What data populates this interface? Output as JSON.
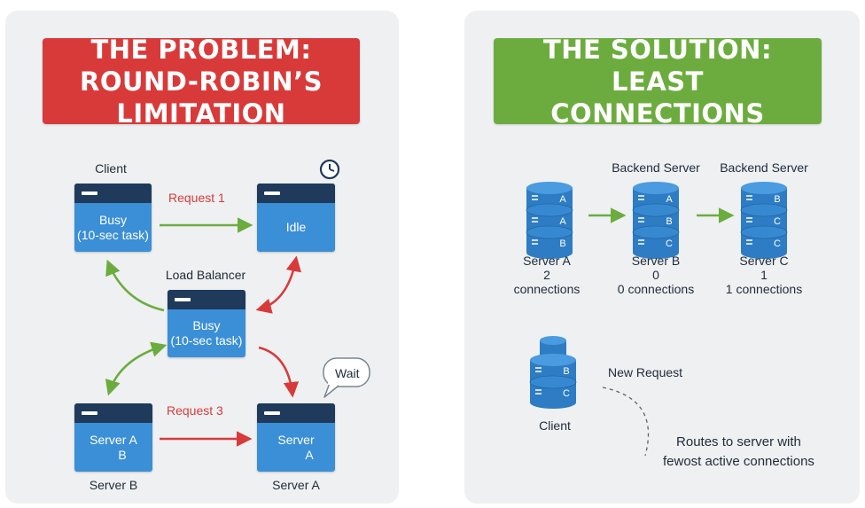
{
  "left": {
    "title": "THE PROBLEM: ROUND-ROBIN’S LIMITATION",
    "client_label": "Client",
    "client_box": {
      "line1": "Busy",
      "line2": "(10-sec task)"
    },
    "request1_label": "Request 1",
    "idle_box": {
      "line1": "Idle"
    },
    "lb_label": "Load Balancer",
    "lb_box": {
      "line1": "Busy",
      "line2": "(10-sec task)"
    },
    "wait_bubble": "Wait",
    "request3_label": "Request 3",
    "bottom_left_box": {
      "line1": "Server A",
      "line2": "B"
    },
    "bottom_left_label": "Server B",
    "bottom_right_box": {
      "line1": "Server",
      "line2": "A"
    },
    "bottom_right_label": "Server A"
  },
  "right": {
    "title": "THE SOLUTION: LEAST CONNECTIONS",
    "backend_label_b": "Backend Server",
    "backend_label_c": "Backend Server",
    "servers": [
      {
        "tiers": [
          "A",
          "A",
          "B"
        ],
        "name": "Server A",
        "count": "2",
        "conn": "connections"
      },
      {
        "tiers": [
          "A",
          "B",
          "C"
        ],
        "name": "Server B",
        "count": "0",
        "conn": "0 connections"
      },
      {
        "tiers": [
          "B",
          "C",
          "C"
        ],
        "name": "Server C",
        "count": "1",
        "conn": "1 connections"
      }
    ],
    "client": {
      "tiers": [
        "B",
        "C"
      ],
      "label": "Client"
    },
    "new_request": "New Request",
    "routes_line1": "Routes to server with",
    "routes_line2": "fewost active connections"
  },
  "colors": {
    "red": "#d83a3a",
    "green": "#6cac3e",
    "blue": "#3b8fd6",
    "navy": "#1f3a5a"
  }
}
